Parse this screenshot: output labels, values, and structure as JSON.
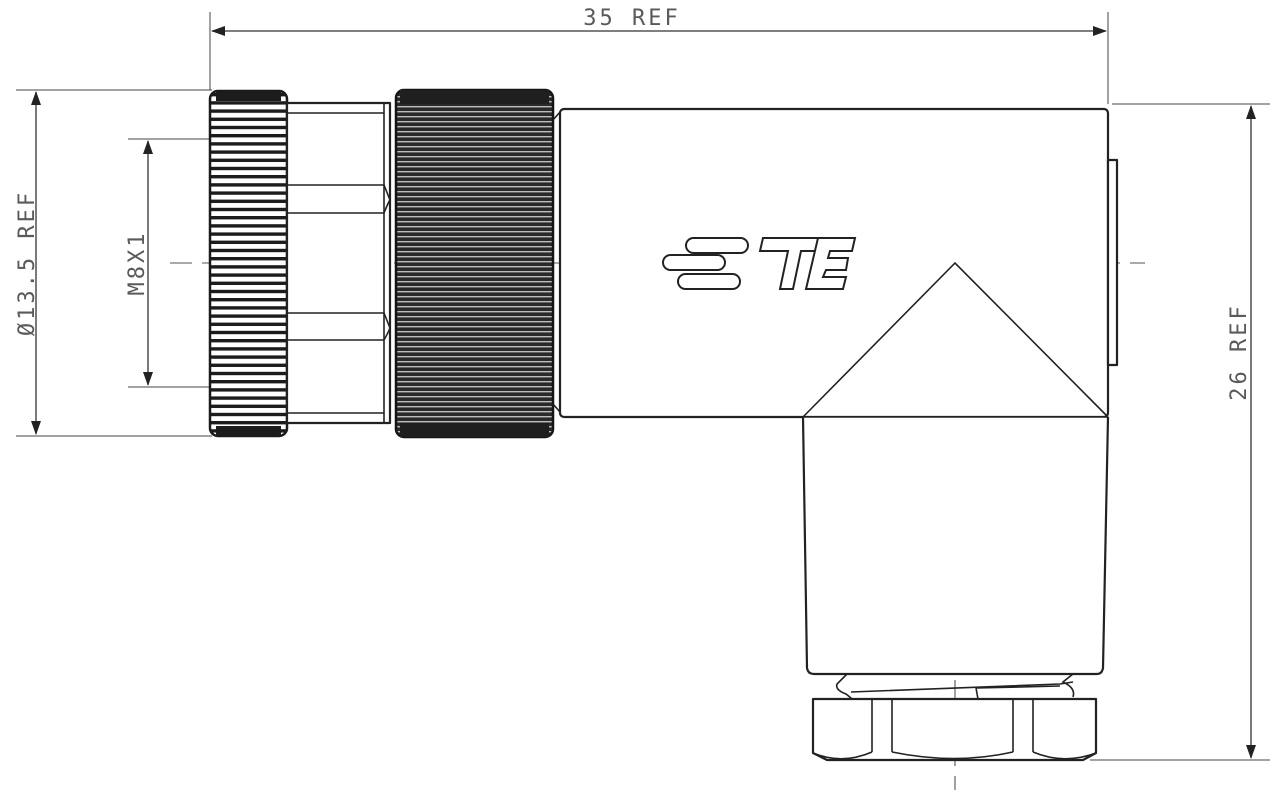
{
  "drawing": {
    "title": "Right-angle M8 female connector - side view",
    "brand_logo": "TE",
    "colors": {
      "line": "#222222",
      "dimension_text": "#5a5a5a",
      "background": "#ffffff"
    }
  },
  "dimensions": {
    "overall_length": {
      "label": "35 REF",
      "orientation": "horizontal"
    },
    "coupling_nut_diameter": {
      "label": "Ø13.5 REF",
      "orientation": "vertical"
    },
    "thread": {
      "label": "M8X1",
      "orientation": "vertical"
    },
    "overall_height": {
      "label": "26 REF",
      "orientation": "vertical"
    }
  },
  "components": [
    {
      "name": "knurled-coupling-ring",
      "description": "Front knurled ring"
    },
    {
      "name": "hex-coupling-nut",
      "description": "Hex section between rings"
    },
    {
      "name": "knurled-grip-ring",
      "description": "Dark knurled ring"
    },
    {
      "name": "connector-body",
      "description": "Right-angle housing with TE logo"
    },
    {
      "name": "cable-exit-housing",
      "description": "Vertical tapered housing"
    },
    {
      "name": "cable-gland-nut",
      "description": "Bottom hex nut"
    }
  ]
}
